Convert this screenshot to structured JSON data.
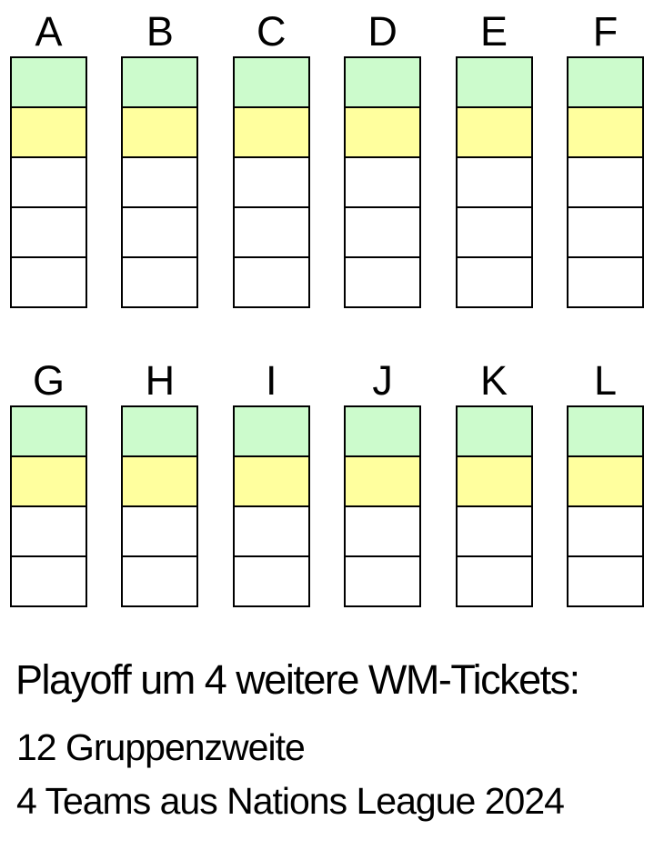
{
  "diagram": {
    "colors": {
      "qualified": "#CCFBCC",
      "playoff": "#FFFF9E",
      "empty": "#FFFFFF",
      "border": "#000000"
    },
    "rows": [
      {
        "groups": [
          "A",
          "B",
          "C",
          "D",
          "E",
          "F"
        ],
        "slots": [
          "qualified",
          "playoff",
          "empty",
          "empty",
          "empty"
        ]
      },
      {
        "groups": [
          "G",
          "H",
          "I",
          "J",
          "K",
          "L"
        ],
        "slots": [
          "qualified",
          "playoff",
          "empty",
          "empty"
        ]
      }
    ]
  },
  "footer": {
    "title": "Playoff um 4 weitere WM-Tickets:",
    "lines": [
      "12 Gruppenzweite",
      "4 Teams aus Nations League 2024"
    ]
  }
}
